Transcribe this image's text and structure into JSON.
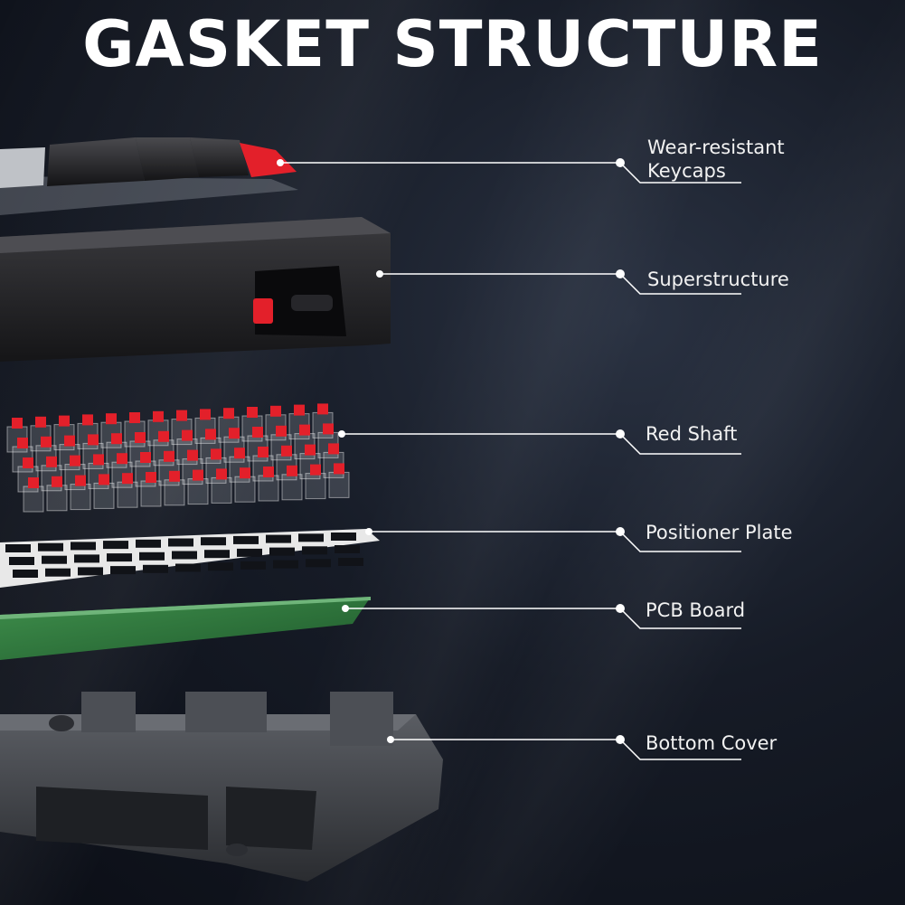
{
  "title": "GASKET STRUCTURE",
  "colors": {
    "accent_red": "#e3202a",
    "pcb_green": "#2e7a3e",
    "leader_line": "#ffffff"
  },
  "layers": [
    {
      "name": "keycaps",
      "label": "Wear-resistant Keycaps"
    },
    {
      "name": "superstructure",
      "label": "Superstructure"
    },
    {
      "name": "red-shaft",
      "label": "Red Shaft"
    },
    {
      "name": "positioner-plate",
      "label": "Positioner Plate"
    },
    {
      "name": "pcb-board",
      "label": "PCB Board"
    },
    {
      "name": "bottom-cover",
      "label": "Bottom Cover"
    }
  ]
}
